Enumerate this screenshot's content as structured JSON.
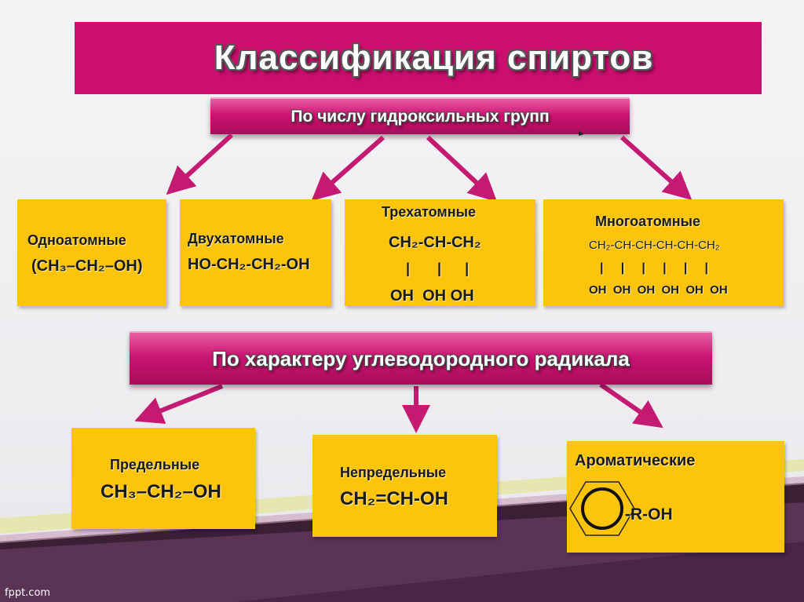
{
  "title": "Классификация спиртов",
  "banner_hydroxyl": "По числу гидроксильных групп",
  "banner_radical": "По характеру углеводородного радикала",
  "mono": {
    "label": "Одноатомные",
    "formula": "(CH₃–CH₂–OH)"
  },
  "di": {
    "label": "Двухатомные",
    "formula": "HO-CH₂-CH₂-OH"
  },
  "tri": {
    "label": "Трехатомные",
    "chain": "CH₂-CH-CH₂",
    "bonds": "|       |      |",
    "oh": "OH  OH OH"
  },
  "poly": {
    "label": "Многоатомные",
    "chain": "CH₂-CH-CH-CH-CH-CH₂",
    "bonds": "|     |     |     |     |     |",
    "oh": "OH  OH  OH  OH  OH  OH"
  },
  "saturated": {
    "label": "Предельные",
    "formula": "CH₃–CH₂–OH"
  },
  "unsaturated": {
    "label": "Непредельные",
    "formula": "CH₂=CH-OH"
  },
  "aromatic": {
    "label": "Ароматические",
    "formula": "-R-OH"
  },
  "watermark": "fppt.com",
  "colors": {
    "magenta": "#cc0e6e",
    "yellow": "#fcc40a",
    "arrow": "#c41a72"
  }
}
